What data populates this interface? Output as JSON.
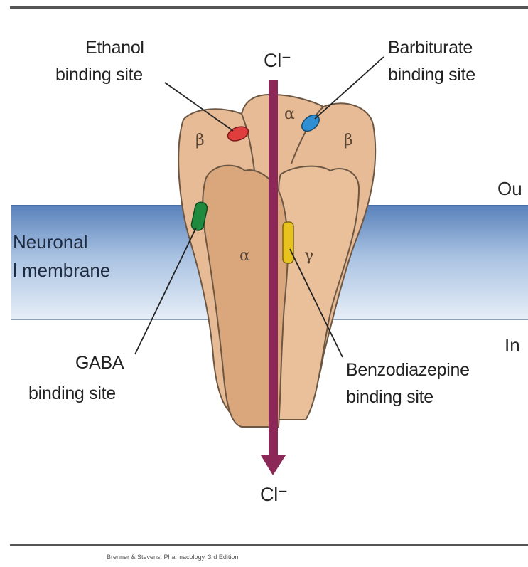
{
  "ion_top": "Cl⁻",
  "ion_bottom": "Cl⁻",
  "sites": {
    "ethanol": [
      "Ethanol",
      "binding site"
    ],
    "barbiturate": [
      "Barbiturate",
      "binding site"
    ],
    "gaba": [
      "GABA",
      "binding site"
    ],
    "benzodiazepine": [
      "Benzodiazepine",
      "binding site"
    ]
  },
  "subunits": {
    "beta_left": "β",
    "alpha_back": "α",
    "beta_right": "β",
    "alpha_front": "α",
    "gamma": "γ"
  },
  "membrane": [
    "Neuronal",
    "l membrane"
  ],
  "outside": "Ou",
  "inside": "In",
  "credit": "Brenner & Stevens: Pharmacology, 3rd Edition",
  "colors": {
    "membrane_top": "#5f85bd",
    "membrane_bottom": "#e3ecf6",
    "receptor": "#e2b48c",
    "receptor_front": "#d6a478",
    "channel_arrow": "#8c2857",
    "ethanol_site": "#e03d3d",
    "barbiturate_site": "#2f8fd2",
    "gaba_site": "#1f8a3e",
    "benzodiazepine_site": "#e8c21f"
  }
}
